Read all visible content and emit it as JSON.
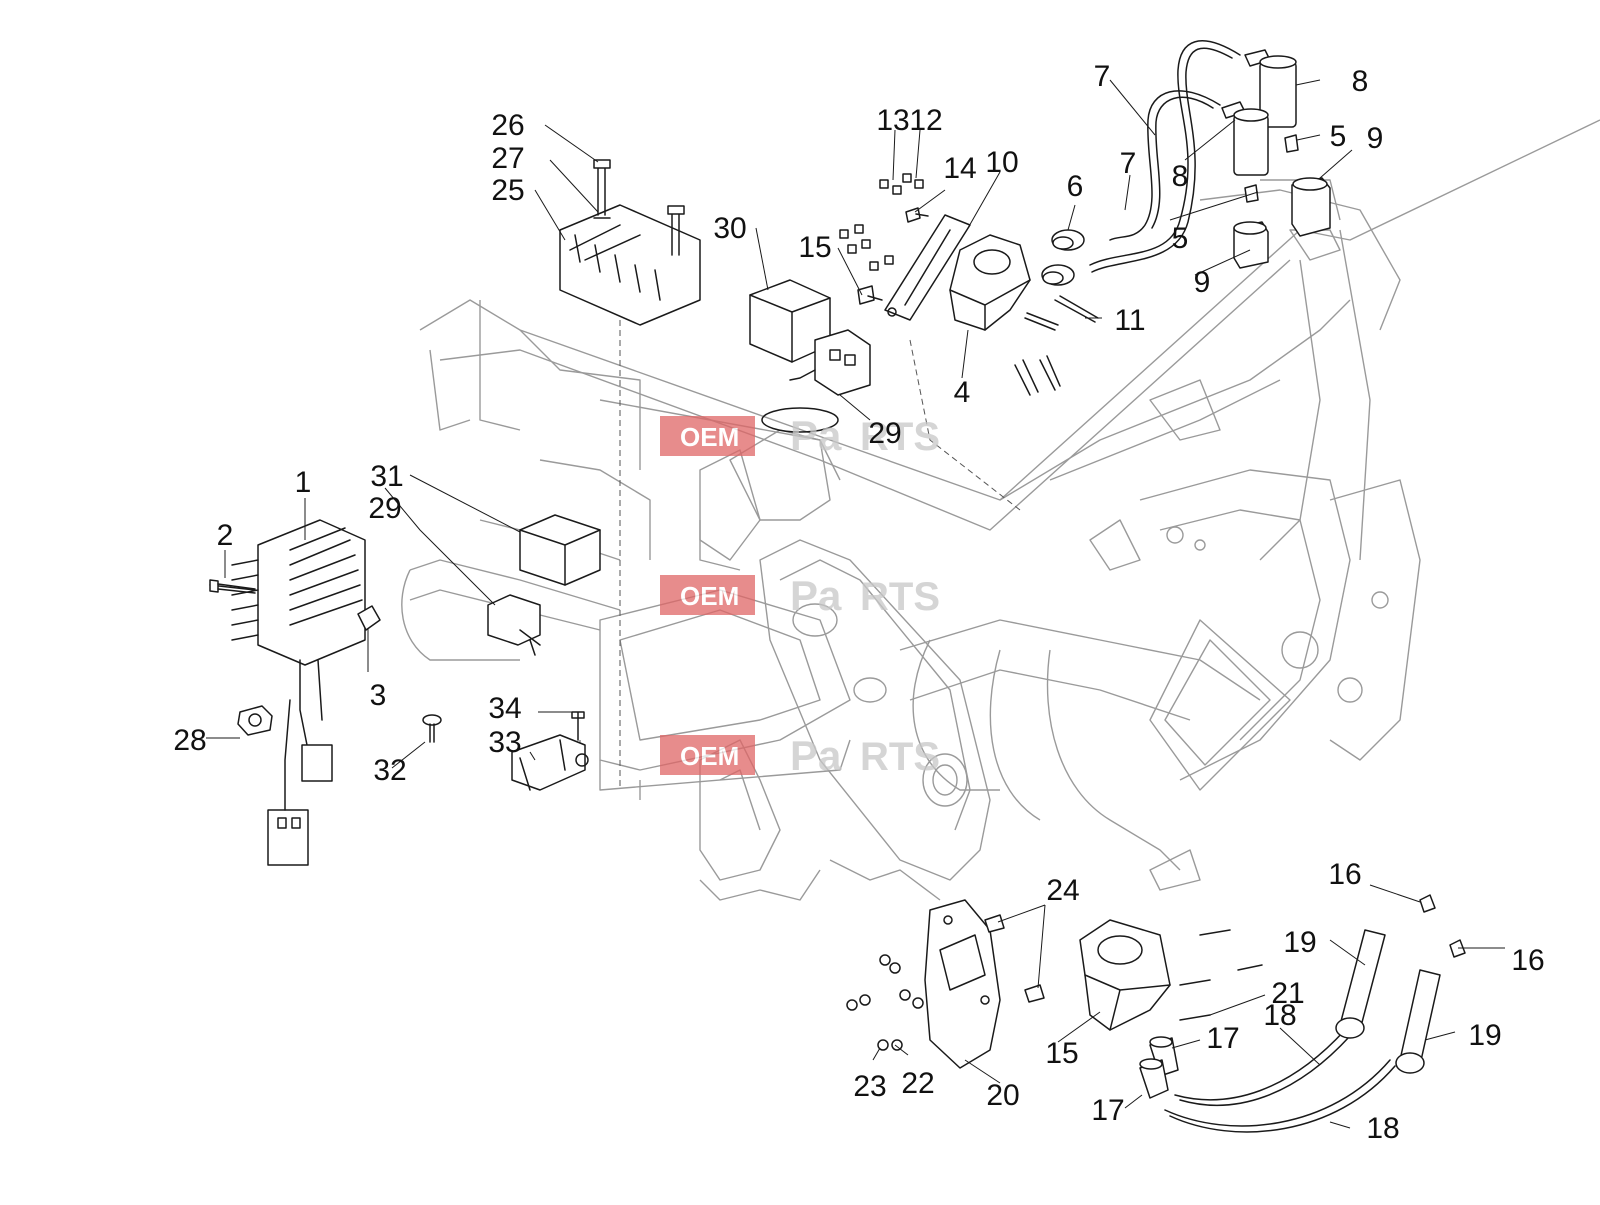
{
  "diagram": {
    "labels": [
      {
        "id": "1",
        "text": "1"
      },
      {
        "id": "2",
        "text": "2"
      },
      {
        "id": "3",
        "text": "3"
      },
      {
        "id": "4",
        "text": "4"
      },
      {
        "id": "5a",
        "text": "5"
      },
      {
        "id": "5b",
        "text": "5"
      },
      {
        "id": "6",
        "text": "6"
      },
      {
        "id": "7a",
        "text": "7"
      },
      {
        "id": "7b",
        "text": "7"
      },
      {
        "id": "8a",
        "text": "8"
      },
      {
        "id": "8b",
        "text": "8"
      },
      {
        "id": "9a",
        "text": "9"
      },
      {
        "id": "9b",
        "text": "9"
      },
      {
        "id": "10",
        "text": "10"
      },
      {
        "id": "11",
        "text": "11"
      },
      {
        "id": "12",
        "text": "12"
      },
      {
        "id": "13",
        "text": "13"
      },
      {
        "id": "14",
        "text": "14"
      },
      {
        "id": "15a",
        "text": "15"
      },
      {
        "id": "15b",
        "text": "15"
      },
      {
        "id": "16a",
        "text": "16"
      },
      {
        "id": "16b",
        "text": "16"
      },
      {
        "id": "17a",
        "text": "17"
      },
      {
        "id": "17b",
        "text": "17"
      },
      {
        "id": "18a",
        "text": "18"
      },
      {
        "id": "18b",
        "text": "18"
      },
      {
        "id": "19a",
        "text": "19"
      },
      {
        "id": "19b",
        "text": "19"
      },
      {
        "id": "20",
        "text": "20"
      },
      {
        "id": "21",
        "text": "21"
      },
      {
        "id": "22",
        "text": "22"
      },
      {
        "id": "23",
        "text": "23"
      },
      {
        "id": "24",
        "text": "24"
      },
      {
        "id": "25",
        "text": "25"
      },
      {
        "id": "26",
        "text": "26"
      },
      {
        "id": "27",
        "text": "27"
      },
      {
        "id": "28",
        "text": "28"
      },
      {
        "id": "29a",
        "text": "29"
      },
      {
        "id": "29b",
        "text": "29"
      },
      {
        "id": "30",
        "text": "30"
      },
      {
        "id": "31",
        "text": "31"
      },
      {
        "id": "32",
        "text": "32"
      },
      {
        "id": "33",
        "text": "33"
      },
      {
        "id": "34",
        "text": "34"
      }
    ],
    "watermark": {
      "part1": "OEM",
      "part2": "Pa",
      "part3": "RTS"
    }
  },
  "colors": {
    "line": "#1a1a1a",
    "frame": "#9a9a9a",
    "watermark_red": "#e06666",
    "watermark_grey": "#c8c8c8"
  }
}
